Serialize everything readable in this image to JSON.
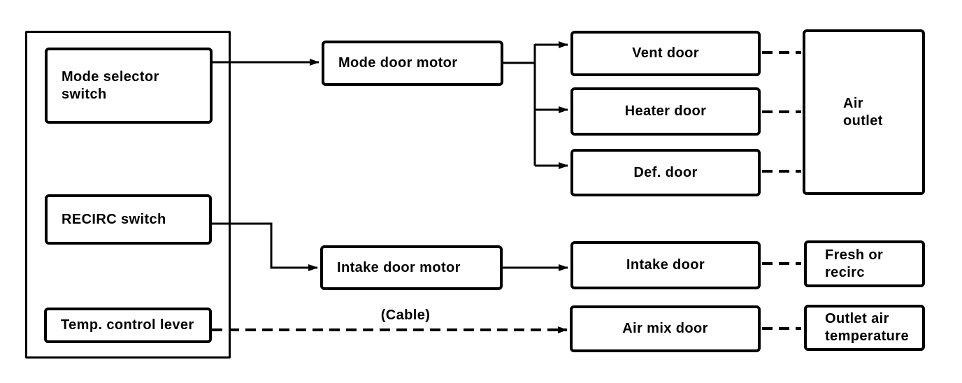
{
  "colors": {
    "ink": "#000000",
    "paper": "#ffffff"
  },
  "nodes": {
    "mode_selector_switch": {
      "label": "Mode selector\nswitch"
    },
    "recirc_switch": {
      "label": "RECIRC switch"
    },
    "temp_control_lever": {
      "label": "Temp. control lever"
    },
    "mode_door_motor": {
      "label": "Mode door motor"
    },
    "intake_door_motor": {
      "label": "Intake door motor"
    },
    "vent_door": {
      "label": "Vent door"
    },
    "heater_door": {
      "label": "Heater door"
    },
    "def_door": {
      "label": "Def. door"
    },
    "intake_door": {
      "label": "Intake door"
    },
    "air_mix_door": {
      "label": "Air mix door"
    },
    "air_outlet": {
      "label": "Air\noutlet"
    },
    "fresh_or_recirc": {
      "label": "Fresh or\nrecirc"
    },
    "outlet_air_temperature": {
      "label": "Outlet air\ntemperature"
    }
  },
  "annotations": {
    "cable": "(Cable)"
  }
}
